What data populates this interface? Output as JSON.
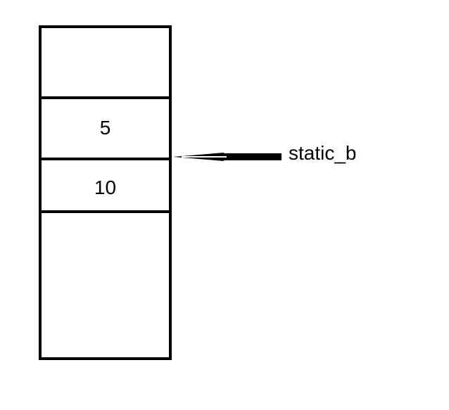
{
  "memory": {
    "cells": [
      {
        "value": ""
      },
      {
        "value": "5"
      },
      {
        "value": "10"
      },
      {
        "value": ""
      }
    ]
  },
  "pointer": {
    "label": "static_b",
    "target_cell": 2
  },
  "colors": {
    "stroke": "#000000",
    "background": "#ffffff"
  }
}
